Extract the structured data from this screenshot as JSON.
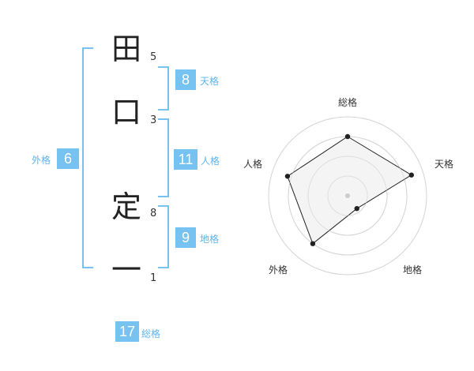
{
  "colors": {
    "accent": "#76c2f0",
    "label": "#5eb4ec",
    "bracket": "#76c2f0",
    "radar_fill": "#f0f0f0",
    "radar_ring": "#d4d4d4",
    "radar_line": "#222222"
  },
  "name_chars": [
    {
      "char": "田",
      "strokes": "5"
    },
    {
      "char": "口",
      "strokes": "3"
    },
    {
      "char": "定",
      "strokes": "8"
    },
    {
      "char": "一",
      "strokes": "1"
    }
  ],
  "fortunes": {
    "tenkaku": {
      "value": "8",
      "label": "天格"
    },
    "jinkaku": {
      "value": "11",
      "label": "人格"
    },
    "chikaku": {
      "value": "9",
      "label": "地格"
    },
    "gaikaku": {
      "value": "6",
      "label": "外格"
    },
    "soukaku": {
      "value": "17",
      "label": "総格"
    }
  },
  "chart_data": {
    "type": "radar",
    "axes": [
      "総格",
      "天格",
      "地格",
      "外格",
      "人格"
    ],
    "values": [
      0.75,
      0.85,
      0.2,
      0.75,
      0.8
    ],
    "rings": 4,
    "range": [
      0,
      1
    ]
  }
}
